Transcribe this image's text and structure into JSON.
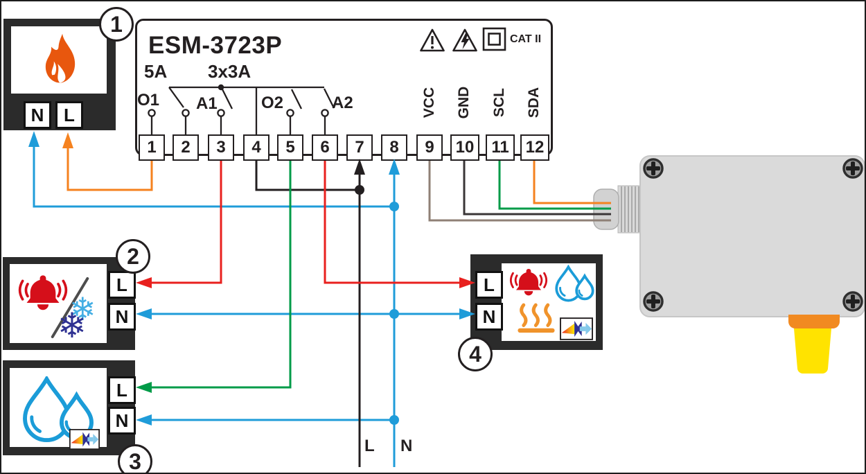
{
  "controller": {
    "title": "ESM-3723P",
    "overvoltage_category": "CAT II",
    "relay_rating_o1": "5A",
    "relay_rating_group": "3x3A",
    "contacts": {
      "o1": "O1",
      "a1": "A1",
      "o2": "O2",
      "a2": "A2"
    },
    "terminals": [
      "1",
      "2",
      "3",
      "4",
      "5",
      "6",
      "7",
      "8",
      "9",
      "10",
      "11",
      "12"
    ],
    "sensor_pins": [
      "VCC",
      "GND",
      "SCL",
      "SDA"
    ]
  },
  "devices": [
    {
      "badge": "1",
      "icons": [
        "flame"
      ],
      "terminals": {
        "left": "N",
        "right": "L"
      }
    },
    {
      "badge": "2",
      "icons": [
        "alarm-bell",
        "slash",
        "snowflake-light",
        "snowflake-dark"
      ],
      "terminals": {
        "top": "L",
        "bottom": "N"
      }
    },
    {
      "badge": "3",
      "icons": [
        "water-drops",
        "fan-blower"
      ],
      "terminals": {
        "top": "L",
        "bottom": "N"
      }
    },
    {
      "badge": "4",
      "icons": [
        "alarm-bell",
        "water-drops",
        "heating",
        "fan-blower"
      ],
      "terminals": {
        "top": "L",
        "bottom": "N"
      }
    }
  ],
  "mains": {
    "live_label": "L",
    "neutral_label": "N"
  },
  "wire_colors": {
    "live": "#231f20",
    "neutral": "#1f9cd9",
    "output_o1": "#f5821f",
    "alarm_red": "#e8201e",
    "output_o2": "#009b48",
    "sensor_vcc": "#8f8076",
    "sensor_gnd": "#231f20",
    "sensor_scl": "#009b48",
    "sensor_sda": "#f5821f"
  }
}
